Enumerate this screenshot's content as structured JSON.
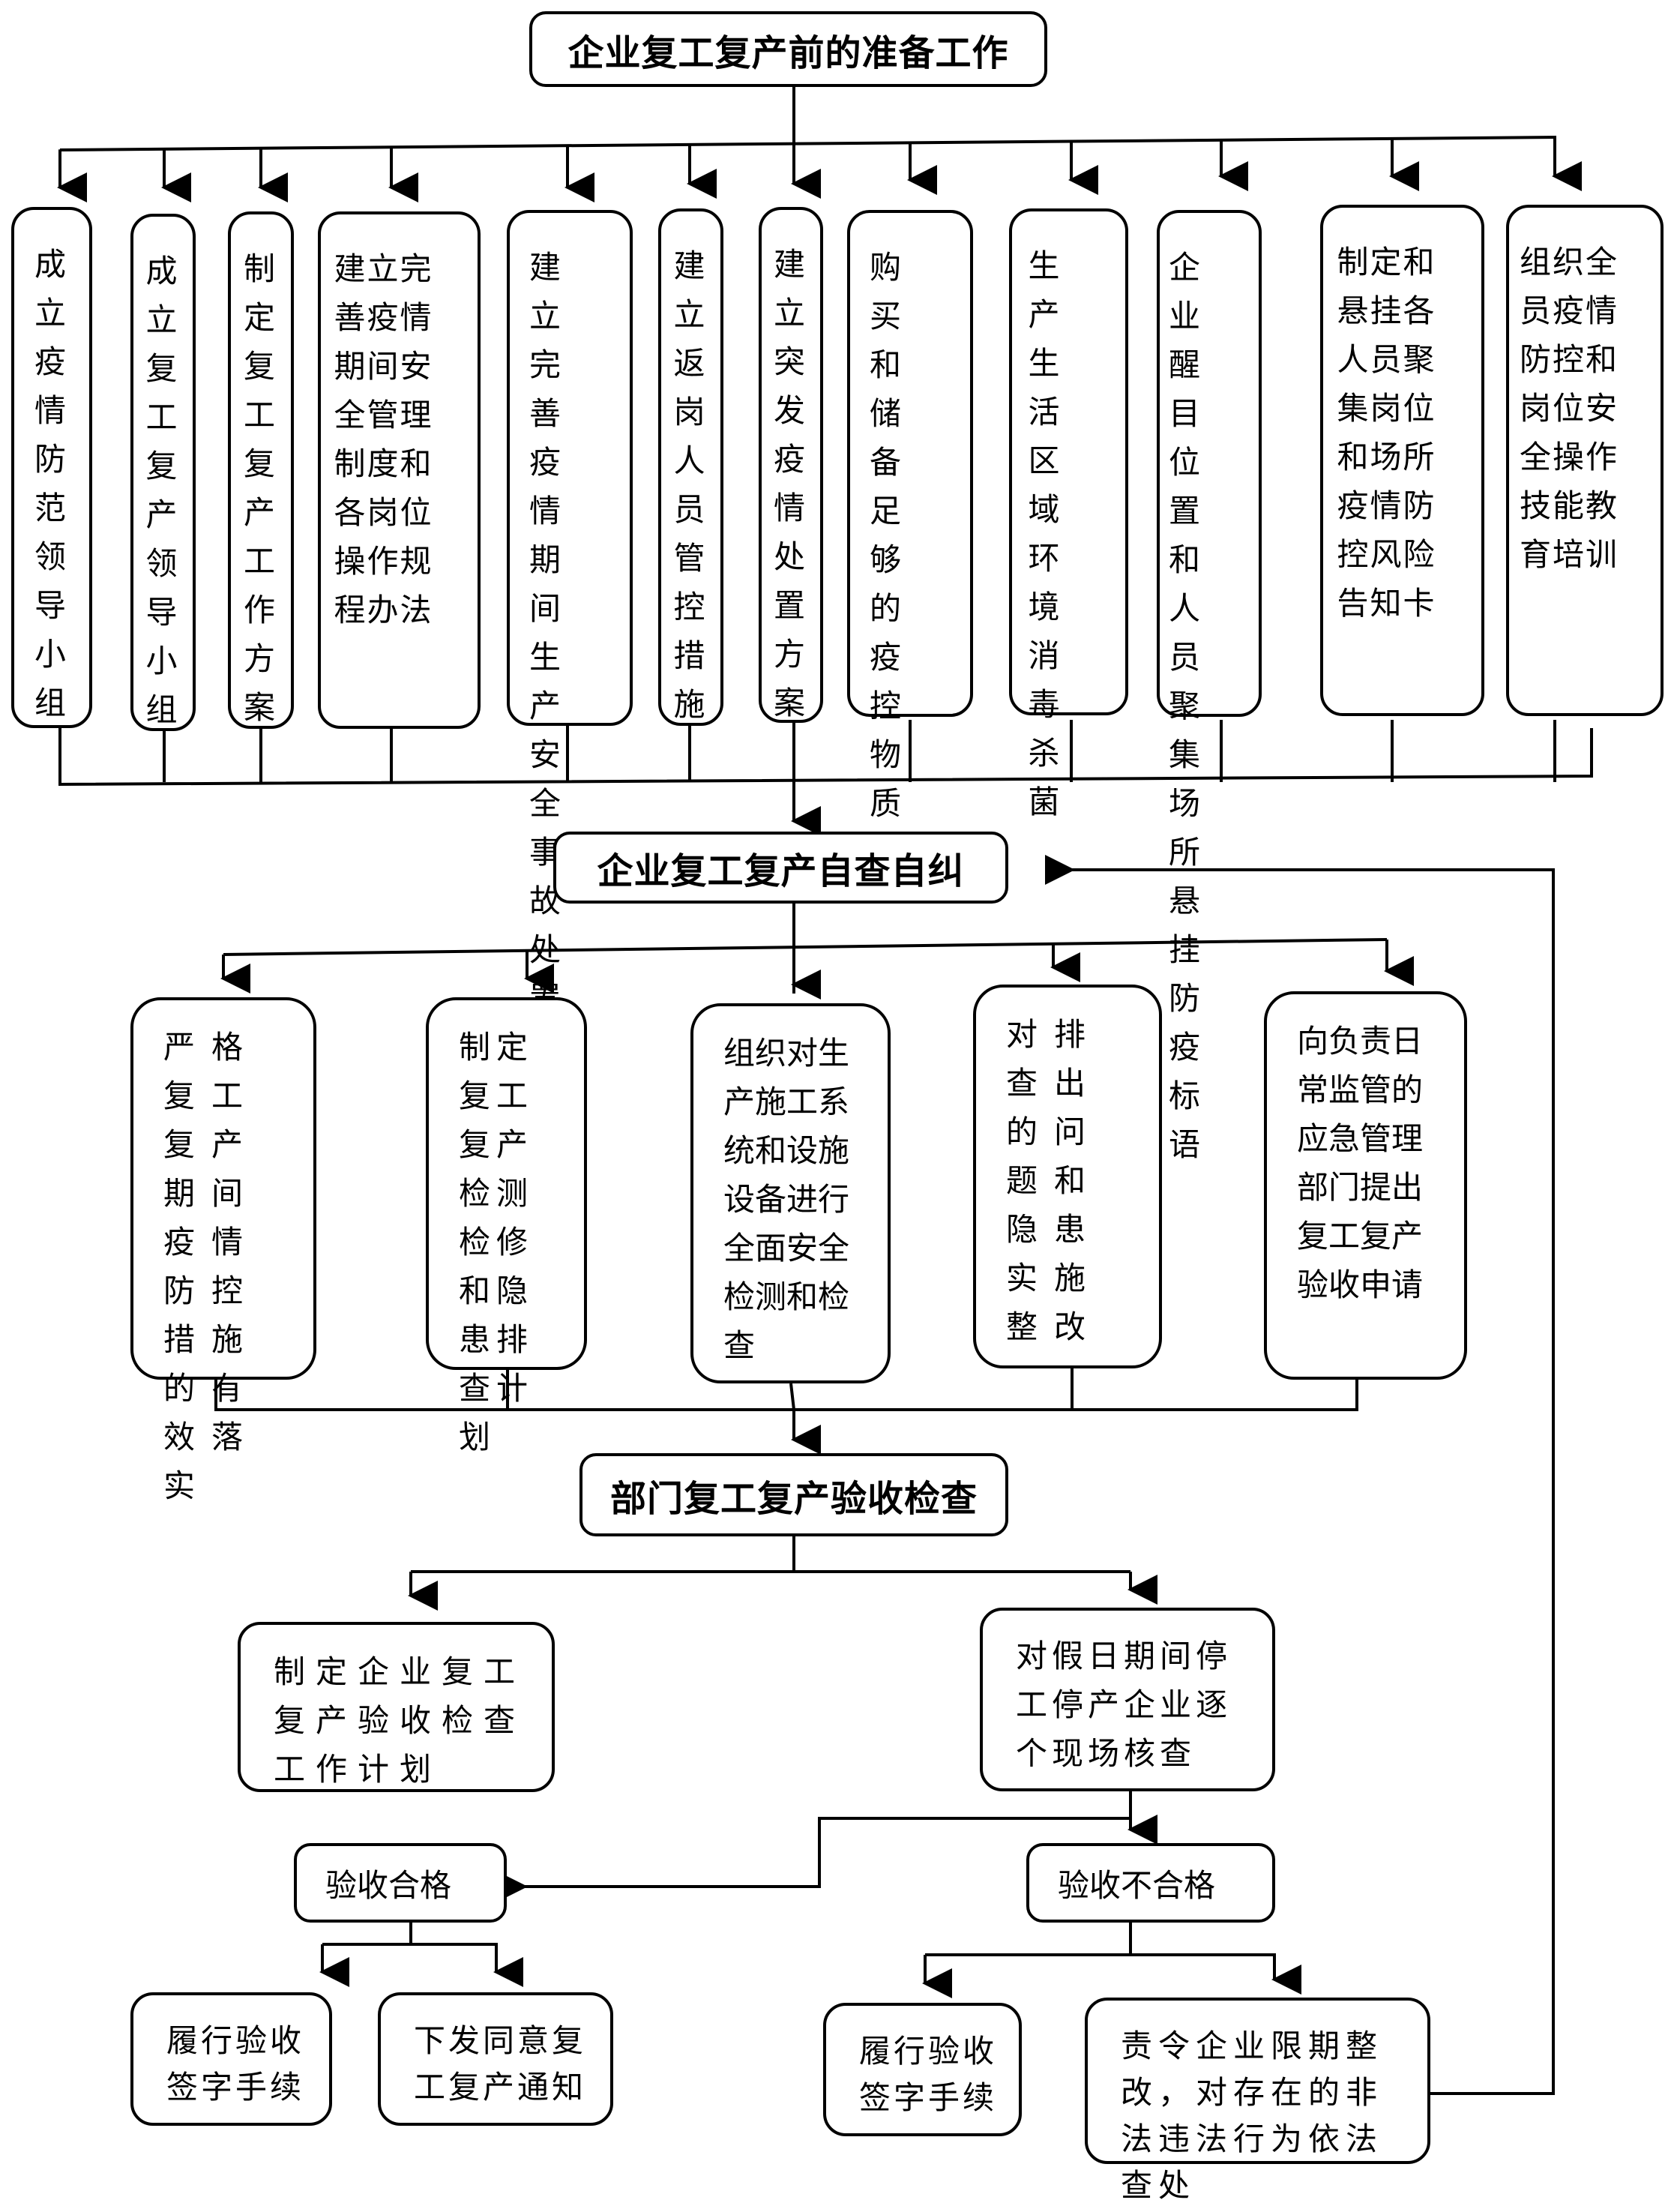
{
  "stage1": {
    "title": "企业复工复产前的准备工作",
    "items": [
      "成立疫情防范领导小组",
      "成立复工复产领导小组",
      "制定复工复产工作方案",
      "建立完善疫情期间安全管理制度和各岗位操作规程办法",
      "建立完善疫情期间生产安全事故处置方案",
      "建立返岗人员管控措施",
      "建立突发疫情处置方案",
      "购买和储备足够的疫控物质",
      "生产生活区域环境消毒杀菌",
      "企业醒目位置和人员聚集场所悬挂防疫标语",
      "制定和悬挂各人员聚集岗位和场所疫情防控风险告知卡",
      "组织全员疫情防控和岗位安全操作技能教育培训"
    ]
  },
  "stage2": {
    "title": "企业复工复产自查自纠",
    "items": [
      "严格复工复产期间疫情防控措施的有效落实",
      "制定复工复产检测检修和隐患排查计划",
      "组织对生产施工系统和设施设备进行全面安全检测和检查",
      "对排查出的问题和隐患实施整改",
      "向负责日常监管的应急管理部门提出复工复产验收申请"
    ]
  },
  "stage3": {
    "title": "部门复工复产验收检查",
    "plan": "制定企业复工复产验收检查工作计划",
    "onsite": "对假日期间停工停产企业逐个现场核查",
    "pass": {
      "label": "验收合格",
      "items": [
        "履行验收签字手续",
        "下发同意复工复产通知"
      ]
    },
    "fail": {
      "label": "验收不合格",
      "items": [
        "履行验收签字手续",
        "责令企业限期整改，对存在的非法违法行为依法查处"
      ]
    }
  }
}
